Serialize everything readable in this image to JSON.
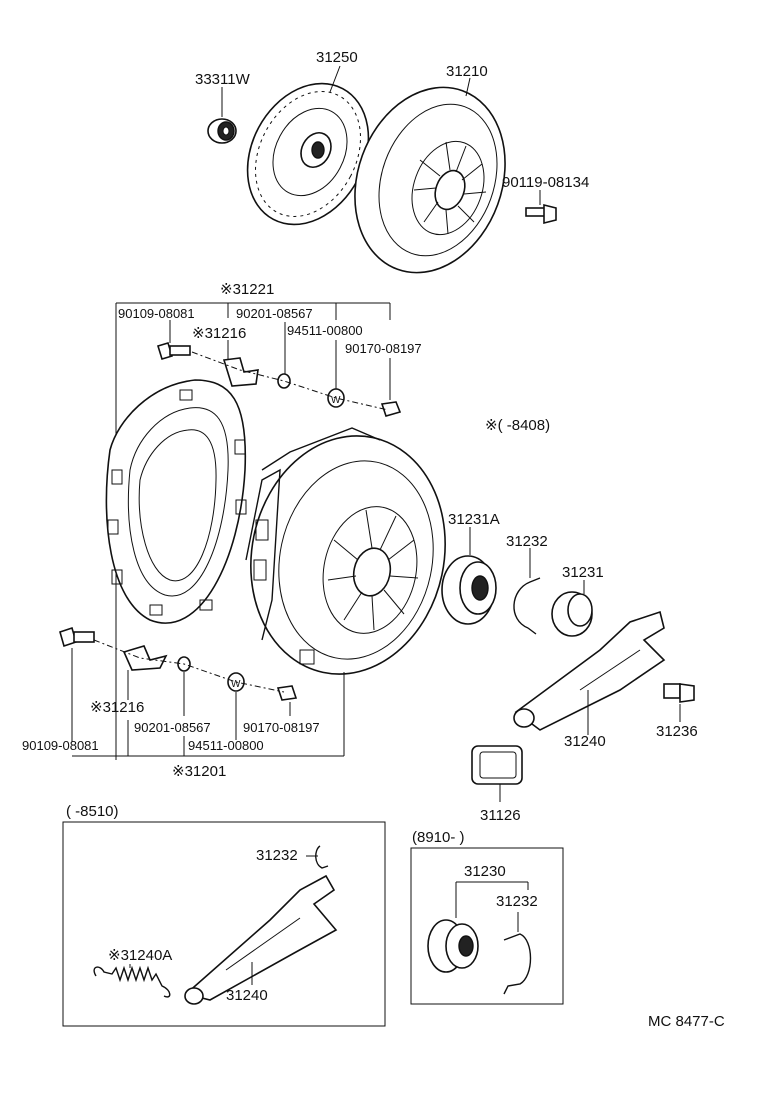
{
  "parts": {
    "p33311w": "33311W",
    "p31250": "31250",
    "p31210": "31210",
    "p90119": "90119-08134",
    "p31221": "※31221",
    "p90109_top": "90109-08081",
    "p90201_top": "90201-08567",
    "p31216_top": "※31216",
    "p94511_top": "94511-00800",
    "p90170_top": "90170-08197",
    "note_range": "※(      -8408)",
    "p31231a": "31231A",
    "p31232_mid": "31232",
    "p31231": "31231",
    "p31216_bot": "※31216",
    "p90201_bot": "90201-08567",
    "p90170_bot": "90170-08197",
    "p90109_bot": "90109-08081",
    "p94511_bot": "94511-00800",
    "p31201": "※31201",
    "p31240_main": "31240",
    "p31236": "31236",
    "p31126": "31126",
    "box_left_range": "(      -8510)",
    "p31232_box": "31232",
    "p31240a": "※31240A",
    "p31240_box": "31240",
    "box_right_range": "(8910-      )",
    "p31230": "31230",
    "p31232_right": "31232"
  },
  "footer": {
    "ref": "MC 8477-C"
  }
}
